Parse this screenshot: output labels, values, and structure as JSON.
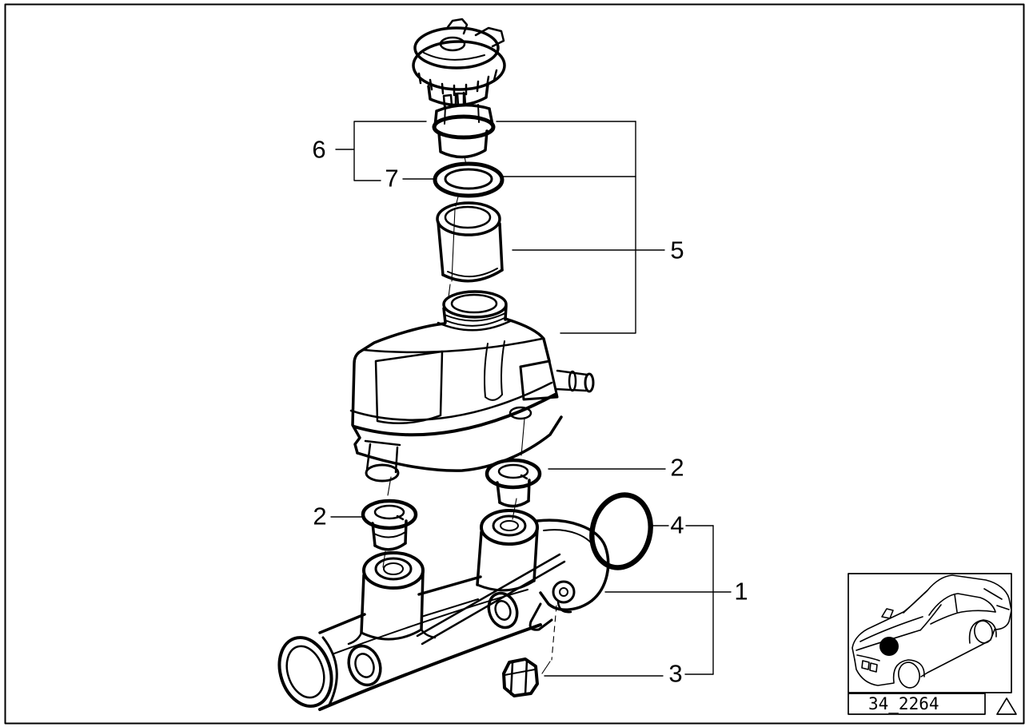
{
  "page": {
    "background_color": "#ffffff",
    "line_color": "#000000"
  },
  "callouts": {
    "master_cylinder": "1",
    "grommet_left": "2",
    "grommet_right": "2",
    "nut": "3",
    "o_ring": "4",
    "tank_group": "5",
    "cap_assembly": "6",
    "seal": "7"
  },
  "thumbnail": {
    "diagram_code": "34_2264"
  }
}
